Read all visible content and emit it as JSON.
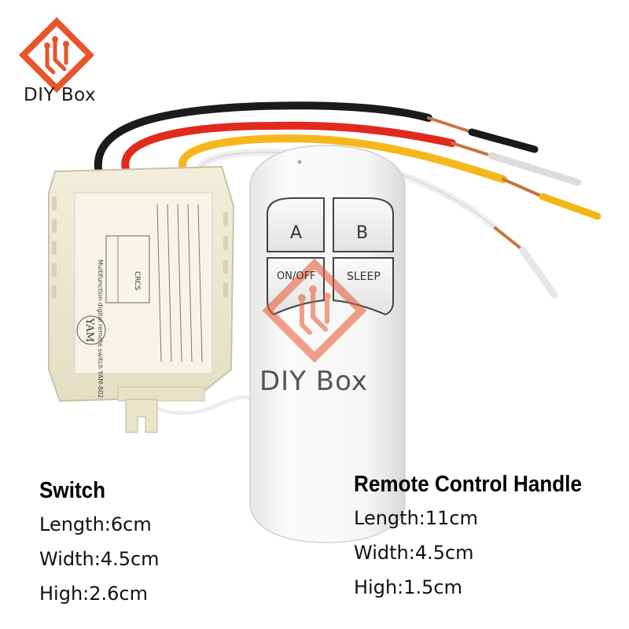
{
  "brand": {
    "name": "DIY Box",
    "watermark_text": "DIY Box",
    "accent": "#e8542b"
  },
  "switch_unit": {
    "logo_text": "YAM",
    "model_text": "Multifunction digital remote switch YAM-802",
    "circuit_label": "CRCS"
  },
  "remote": {
    "buttons": [
      {
        "label": "A"
      },
      {
        "label": "B"
      },
      {
        "label": "ON/OFF"
      },
      {
        "label": "SLEEP"
      }
    ]
  },
  "specs": {
    "switch": {
      "title": "Switch",
      "length": "Length:6cm",
      "width": "Width:4.5cm",
      "height": "High:2.6cm"
    },
    "remote": {
      "title": "Remote Control Handle",
      "length": "Length:11cm",
      "width": "Width:4.5cm",
      "height": "High:1.5cm"
    }
  },
  "colors": {
    "wire_black": "#1b1b1b",
    "wire_red": "#e02a1e",
    "wire_yellow": "#f5b81c",
    "wire_white": "#f4f4f4",
    "copper": "#c8743c",
    "housing": "#eeebd5",
    "remote_body": "#f7f7f7"
  }
}
